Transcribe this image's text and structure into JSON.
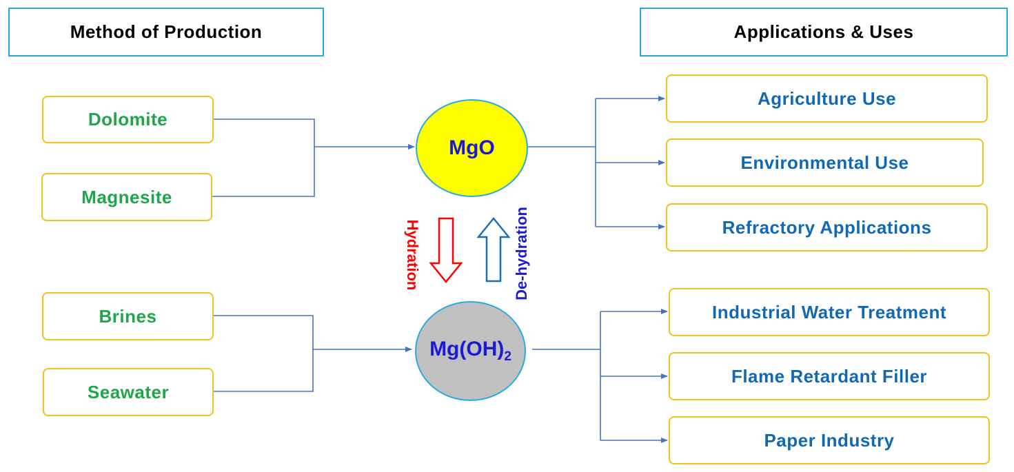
{
  "headers": {
    "production": "Method of Production",
    "applications": "Applications & Uses"
  },
  "sources": {
    "top": [
      "Dolomite",
      "Magnesite"
    ],
    "bottom": [
      "Brines",
      "Seawater"
    ]
  },
  "compounds": {
    "mgo": "MgO",
    "mgoh2_main": "Mg(OH)",
    "mgoh2_sub": "2"
  },
  "processes": {
    "hydration": "Hydration",
    "dehydration": "De-hydration"
  },
  "applications": {
    "mgo": [
      "Agriculture Use",
      "Environmental Use",
      "Refractory Applications"
    ],
    "mgoh2": [
      "Industrial Water Treatment",
      "Flame Retardant Filler",
      "Paper Industry"
    ]
  },
  "colors": {
    "header_border": "#29a9e1",
    "box_border": "#f2c21a",
    "source_text": "#1fa64a",
    "application_text": "#1168b3",
    "mgo_fill": "#ffff00",
    "mgoh2_fill": "#c0c0c0",
    "compound_text": "#1b1bd1",
    "connector": "#4472c4",
    "hydration": "#ff0000",
    "dehydration": "#1b6fb5"
  }
}
